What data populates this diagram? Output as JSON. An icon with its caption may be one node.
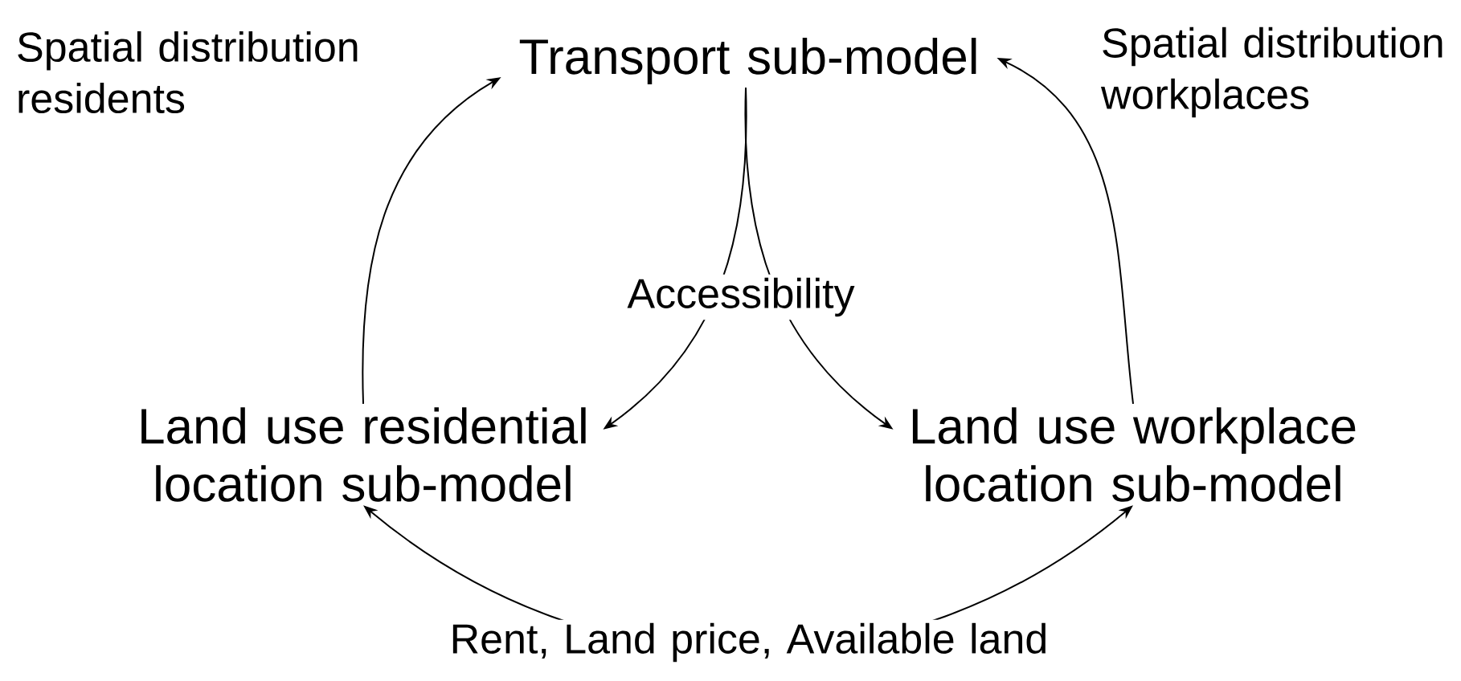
{
  "diagram": {
    "nodes": [
      {
        "text": [
          "Transport sub-model"
        ]
      },
      {
        "text": [
          "Land use residential location sub-model"
        ]
      },
      {
        "text": [
          "Land use workplace location sub-model"
        ]
      }
    ],
    "edges": [
      {
        "from": 1,
        "to": 0,
        "arrow": "to",
        "label": "Spatial distribution residents"
      },
      {
        "from": 2,
        "to": 0,
        "arrow": "to",
        "label": "Spatial distribution workplaces"
      },
      {
        "from": 0,
        "to": 1,
        "arrow": "to",
        "label": "Accessibility"
      },
      {
        "from": 0,
        "to": 2,
        "arrow": "to"
      },
      {
        "from": 1,
        "to": 2,
        "arrow": "both",
        "label": "Rent, Land price, Available land"
      }
    ]
  }
}
